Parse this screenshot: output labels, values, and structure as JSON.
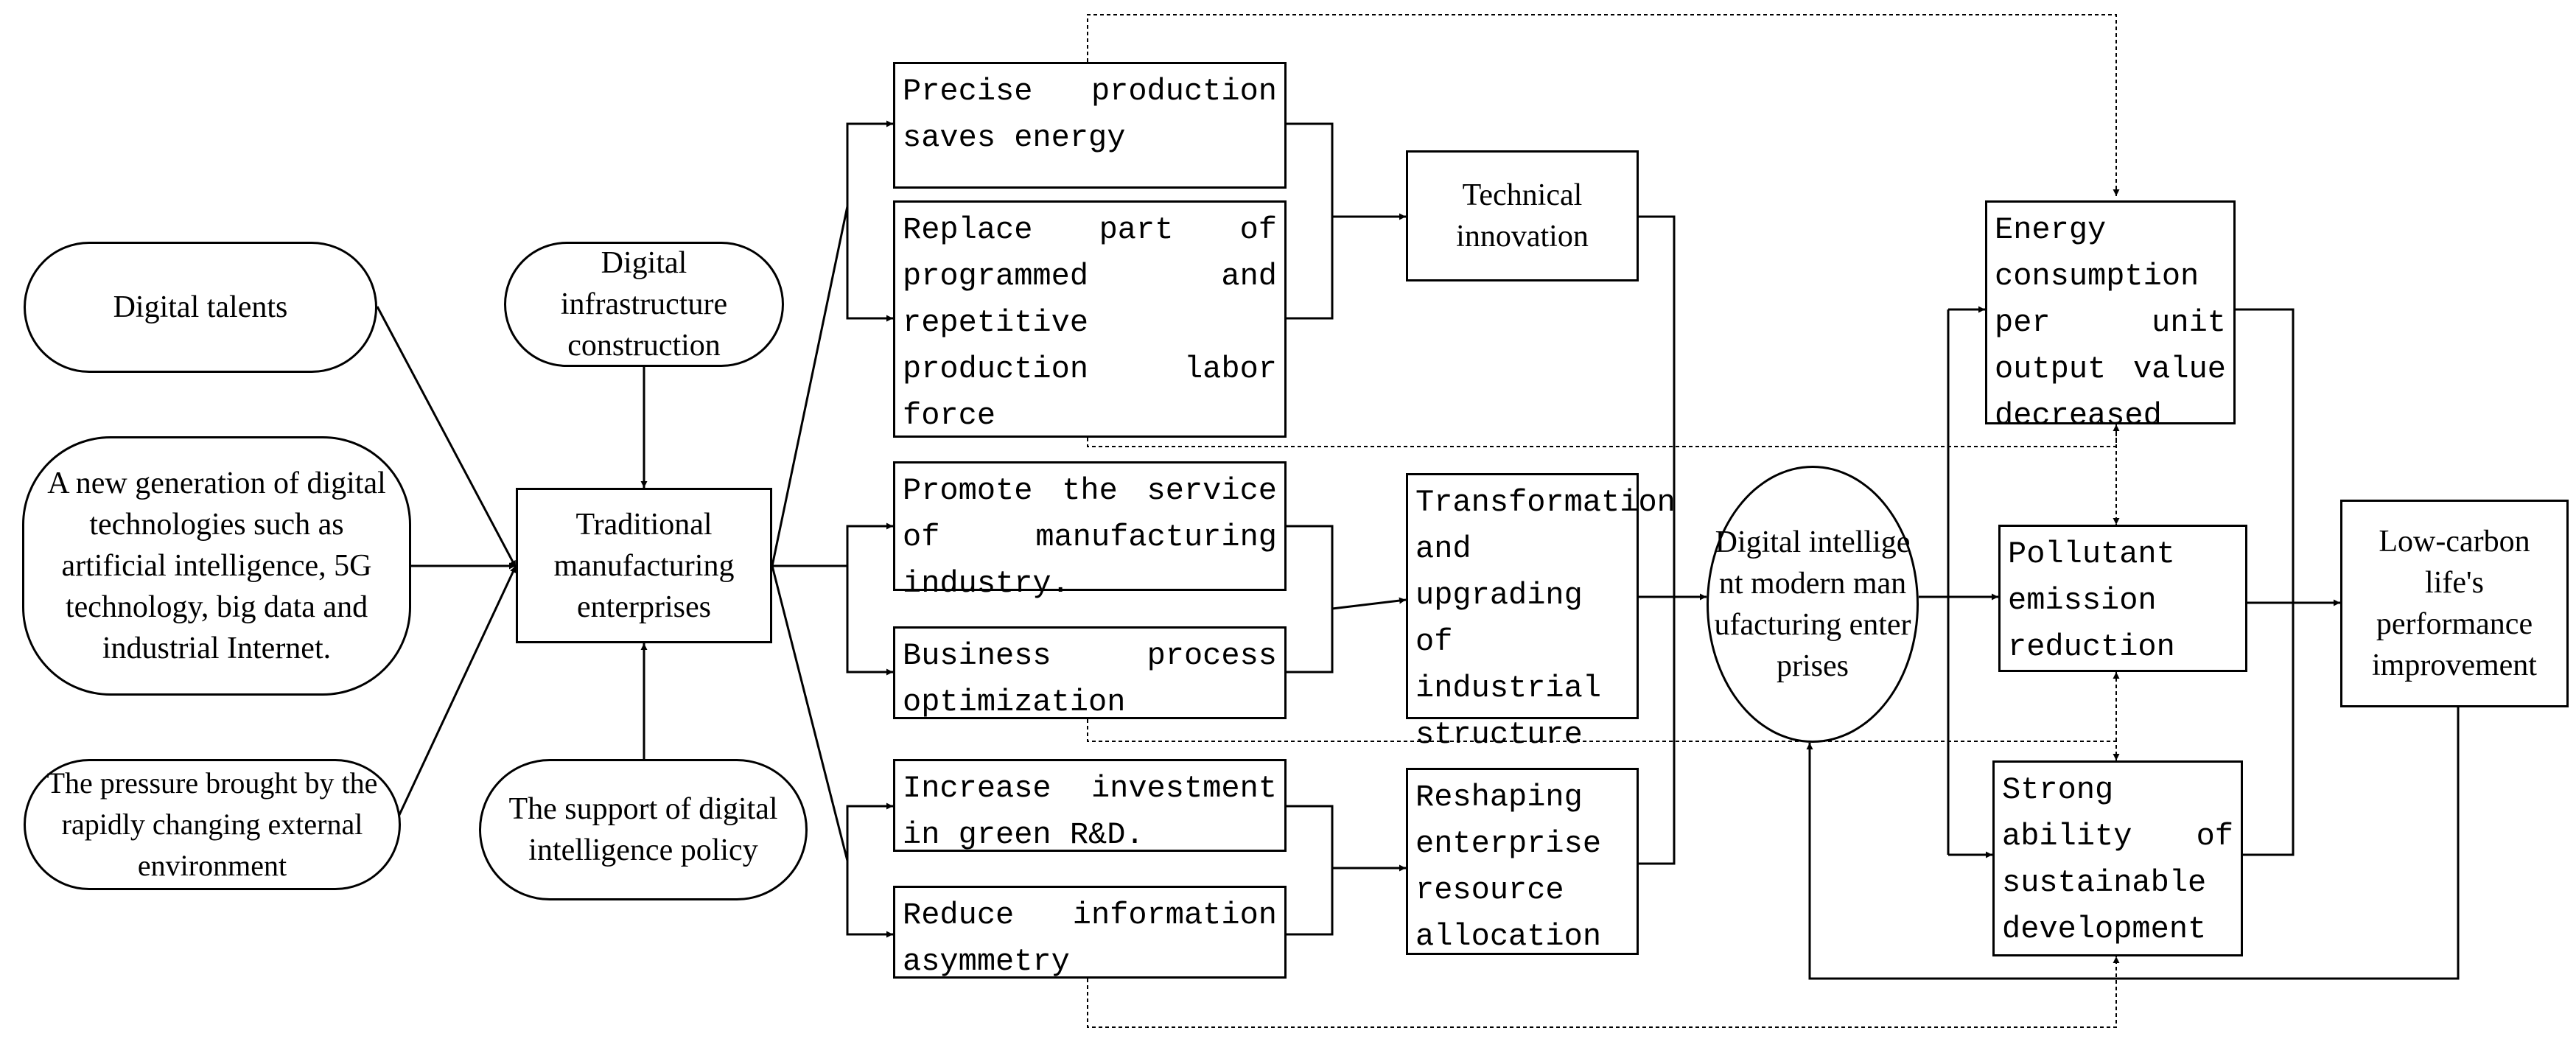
{
  "nodes": {
    "digital_talents": "Digital talents",
    "new_generation_tech": "A new generation of digital technologies such as artificial intelligence, 5G technology, big data and industrial Internet.",
    "external_pressure": "The pressure brought by the rapidly changing external environment",
    "digital_infrastructure": "Digital infrastructure construction",
    "policy_support": "The support of digital intelligence policy",
    "traditional_enterprises": "Traditional manufacturing enterprises",
    "precise_production": "Precise production saves energy",
    "replace_labor": "Replace part of programmed and repetitive production labor force",
    "promote_service": "Promote the service of manufacturing industry.",
    "process_optimization": "Business process optimization",
    "green_rd": "Increase investment in green R&D.",
    "reduce_asymmetry": "Reduce information asymmetry",
    "technical_innovation": "Technical innovation",
    "industrial_transformation": "Transformation and upgrading of industrial structure",
    "resource_allocation": "Reshaping enterprise resource allocation",
    "digital_intelligent_enterprises": "Digital intelligent modern manufacturing enterprises",
    "energy_consumption": "Energy consumption per unit output value decreased",
    "pollutant_reduction": "Pollutant emission reduction",
    "sustainable_development": "Strong ability of sustainable development",
    "low_carbon": "Low-carbon life's performance improvement"
  }
}
